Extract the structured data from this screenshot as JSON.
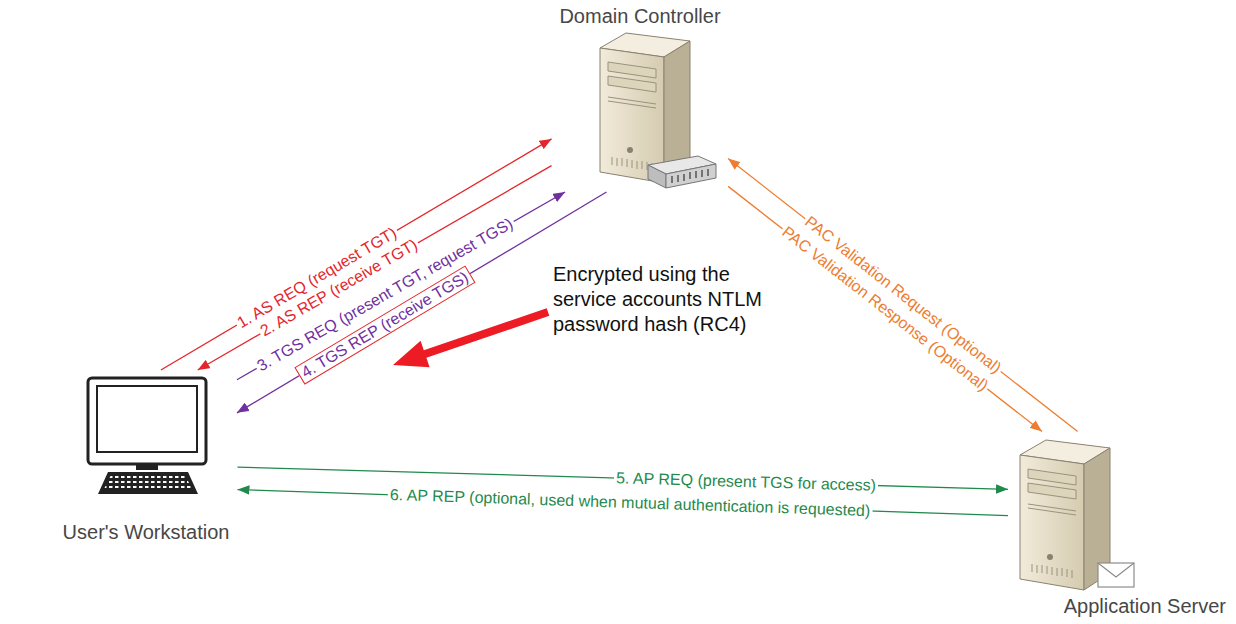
{
  "diagram": {
    "nodes": [
      {
        "text": [
          "Domain Controller"
        ]
      },
      {
        "text": [
          "User's Workstation"
        ]
      },
      {
        "text": [
          "Application Server"
        ]
      }
    ],
    "edges": [
      {
        "from": 1,
        "to": 0,
        "arrow": "to",
        "label": "1. AS REQ (request TGT)"
      },
      {
        "from": 0,
        "to": 1,
        "arrow": "to",
        "label": "2. AS REP (receive TGT)"
      },
      {
        "from": 1,
        "to": 0,
        "arrow": "to",
        "label": "3. TGS REQ (present TGT, request TGS)"
      },
      {
        "from": 0,
        "to": 1,
        "arrow": "to",
        "label": "4. TGS REP (receive TGS)"
      },
      {
        "from": 1,
        "to": 2,
        "arrow": "to",
        "label": "5. AP REQ (present TGS for access)"
      },
      {
        "from": 2,
        "to": 1,
        "arrow": "to",
        "label": "6. AP REP (optional, used when mutual authentication is requested)"
      },
      {
        "from": 2,
        "to": 0,
        "arrow": "to",
        "label": "PAC Validation Request (Optional)"
      },
      {
        "from": 0,
        "to": 2,
        "arrow": "to",
        "label": "PAC Validation Response (Optional)"
      }
    ],
    "labels": [
      "Encrypted using the service accounts NTLM password hash (RC4)"
    ]
  }
}
